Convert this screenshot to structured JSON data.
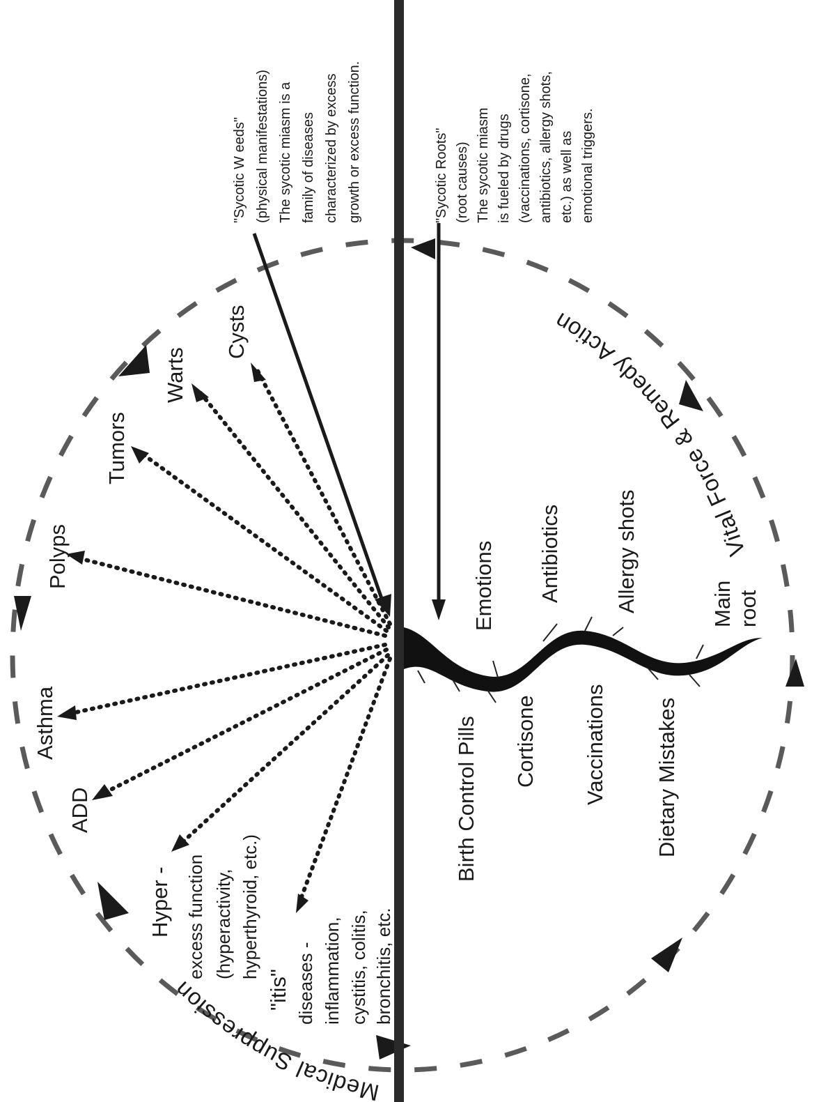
{
  "arc_labels": {
    "medical_suppression": "Medical Suppression",
    "vital_force": "Vital Force & Remedy Action"
  },
  "weeds": {
    "asthma": "Asthma",
    "add": "ADD",
    "polyps": "Polyps",
    "tumors": "Tumors",
    "warts": "Warts",
    "cysts": "Cysts",
    "hyper": {
      "title": "Hyper -",
      "line1": "excess function",
      "line2": "(hyperactivity,",
      "line3": "hyperthyroid, etc.)"
    },
    "itis": {
      "title": "\"itis\"",
      "line1": "diseases -",
      "line2": "inflammation,",
      "line3": "cystitis, colitis,",
      "line4": "bronchitis, etc."
    }
  },
  "roots": {
    "emotions": "Emotions",
    "antibiotics": "Antibiotics",
    "allergy_shots": "Allergy shots",
    "main_root_1": "Main",
    "main_root_2": "root",
    "birth_control": "Birth Control Pills",
    "cortisone": "Cortisone",
    "vaccinations": "Vaccinations",
    "dietary": "Dietary Mistakes"
  },
  "weeds_note": {
    "line1": "\"Sycotic W eeds\"",
    "line2": "(physical manifestations)",
    "line3": "The sycotic miasm is a",
    "line4": "family of diseases",
    "line5": "characterized by  excess",
    "line6": "growth or excess function."
  },
  "roots_note": {
    "line1": "\"Sycotic Roots\"",
    "line2": "(root causes)",
    "line3": "The sycotic miasm",
    "line4": "is fueled by drugs",
    "line5": "(vaccinations, cortisone,",
    "line6": "antibiotics, allergy shots,",
    "line7": "etc.) as well as",
    "line8": "emotional triggers."
  }
}
